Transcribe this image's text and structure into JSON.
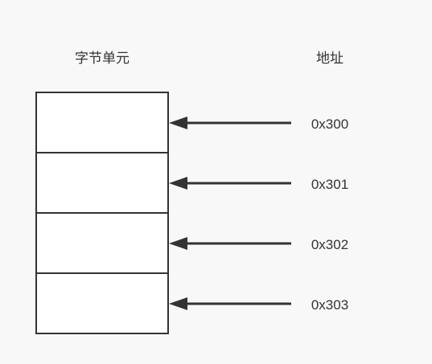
{
  "headers": {
    "byte_units": "字节单元",
    "address": "地址"
  },
  "cells": [
    {
      "address": "0x300"
    },
    {
      "address": "0x301"
    },
    {
      "address": "0x302"
    },
    {
      "address": "0x303"
    }
  ],
  "colors": {
    "background": "#f8f8f8",
    "stroke": "#333333",
    "cell_fill": "#ffffff",
    "text": "#333333"
  }
}
